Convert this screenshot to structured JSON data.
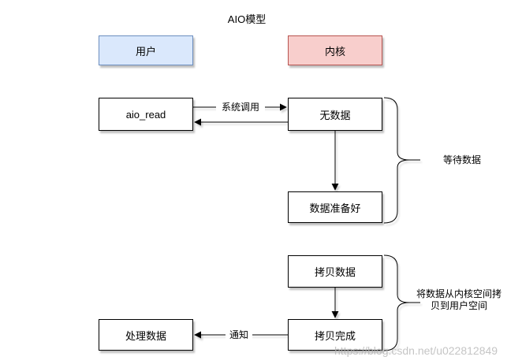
{
  "title": "AIO模型",
  "headers": {
    "user": "用户",
    "kernel": "内核"
  },
  "nodes": {
    "aio_read": "aio_read",
    "no_data": "无数据",
    "data_ready": "数据准备好",
    "copy_data": "拷贝数据",
    "copy_done": "拷贝完成",
    "process_data": "处理数据"
  },
  "edge_labels": {
    "system_call": "系统调用",
    "notify": "通知"
  },
  "brace_labels": {
    "wait_data": "等待数据",
    "copy_desc": "将数据从内核空间拷\n贝到用户空间"
  },
  "watermark": "https://blog.csdn.net/u022812849",
  "colors": {
    "user_fill": "#dae8fc",
    "user_border": "#6c8ebf",
    "kernel_fill": "#f8cecc",
    "kernel_border": "#b85450",
    "line": "#000000",
    "watermark": "#b2b2b2"
  }
}
